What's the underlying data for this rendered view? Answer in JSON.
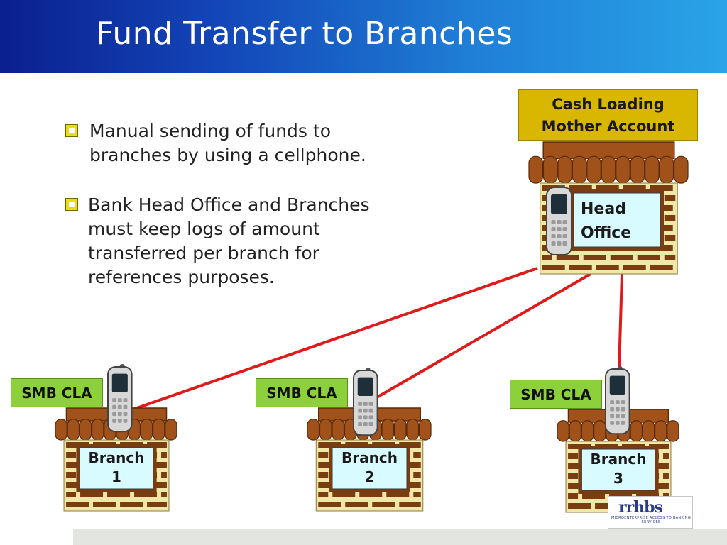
{
  "slide": {
    "title": "Fund Transfer to Branches",
    "bullets": [
      "Manual sending of funds  to\nbranches by using a cellphone.",
      "Bank Head Office and Branches\nmust keep logs of amount\ntransferred per branch for\nreferences purposes."
    ]
  },
  "diagram": {
    "mother_account_label": "Cash Loading\nMother Account",
    "head_office": {
      "line1": "Head",
      "line2": "Office"
    },
    "branches": [
      {
        "smb": "SMB CLA",
        "line1": "Branch",
        "line2": "1"
      },
      {
        "smb": "SMB CLA",
        "line1": "Branch",
        "line2": "2"
      },
      {
        "smb": "SMB CLA",
        "line1": "Branch",
        "line2": "3"
      }
    ],
    "colors": {
      "roof": "#a0521a",
      "wall": "#f1e7a6",
      "brick": "#7a3d12",
      "window": "#d8fbff",
      "link": "#e01a1a",
      "smb": "#8cd13c",
      "mother": "#d9b700"
    }
  }
}
